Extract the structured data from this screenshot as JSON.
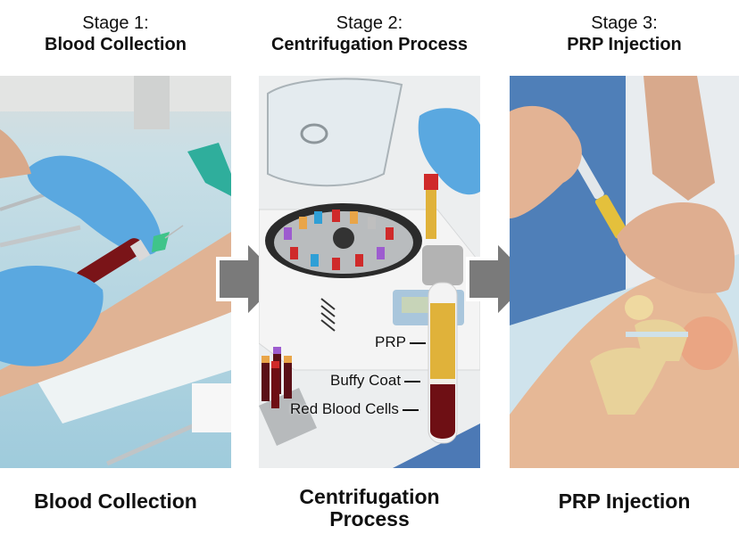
{
  "stages": [
    {
      "stage_label": "Stage 1:",
      "title": "Blood Collection",
      "caption": "Blood Collection",
      "image_description": "Gloved hands drawing blood from forearm into tube"
    },
    {
      "stage_label": "Stage 2:",
      "title": "Centrifugation Process",
      "caption_line1": "Centrifugation",
      "caption_line2": "Process",
      "image_description": "Centrifuge with tubes and separated blood tube"
    },
    {
      "stage_label": "Stage 3:",
      "title": "PRP Injection",
      "caption": "PRP Injection",
      "image_description": "Syringe injecting PRP into knee joint with anatomical overlay"
    }
  ],
  "tube_labels": {
    "prp": "PRP",
    "buffy_coat": "Buffy Coat",
    "rbc": "Red Blood Cells"
  },
  "arrows": [
    {
      "icon": "arrow-right-icon",
      "color": "#7a7a7a"
    },
    {
      "icon": "arrow-right-icon",
      "color": "#7a7a7a"
    }
  ],
  "colors": {
    "glove_blue": "#5aa8e0",
    "drape_blue": "#a9d3e3",
    "plasma_yellow": "#e0b23a",
    "blood_red": "#6e0f14",
    "scrub_blue": "#4f7fb8",
    "skin": "#e6b896",
    "arrow_gray": "#7a7a7a"
  }
}
